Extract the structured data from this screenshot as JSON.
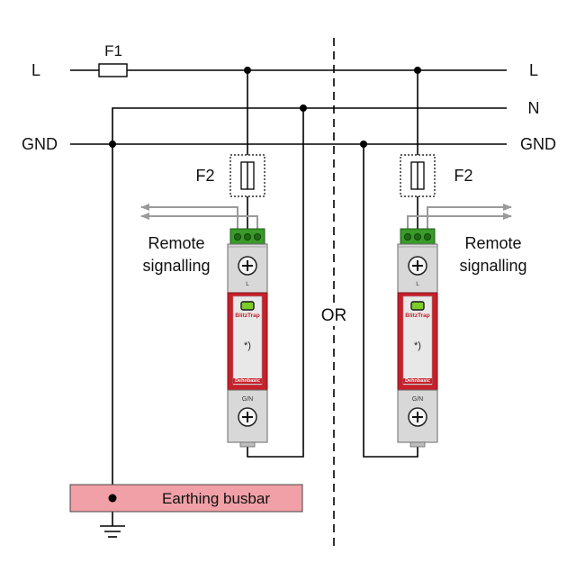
{
  "labels": {
    "fuse_main": "F1",
    "line_left": "L",
    "line_right": "L",
    "neutral_right": "N",
    "ground_left": "GND",
    "ground_right": "GND",
    "fuse_left": "F2",
    "fuse_right": "F2",
    "remote_left_line1": "Remote",
    "remote_left_line2": "signalling",
    "remote_right_line1": "Remote",
    "remote_right_line2": "signalling",
    "or": "OR",
    "busbar": "Earthing busbar"
  },
  "device": {
    "top_terminal": "L",
    "brand": "BlitzTrap",
    "note": "*)",
    "maker": "Dehnbasic",
    "bottom_terminal": "G/N"
  },
  "colors": {
    "wire": "#000000",
    "signal": "#9a9a9a",
    "busbar_fill": "#f0a0a6",
    "device_red": "#c8202a",
    "device_gray": "#d8d8d8",
    "connector_green": "#3a9a2a",
    "indicator_green": "#7ccc2a"
  }
}
